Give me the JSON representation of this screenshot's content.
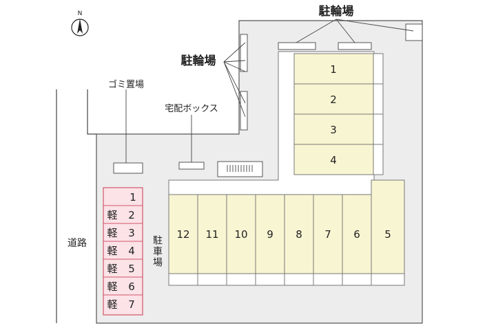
{
  "compass": {
    "north_label": "N"
  },
  "labels": {
    "bicycle_parking_top": "駐輪場",
    "bicycle_parking_left": "駐輪場",
    "garbage": "ゴミ置場",
    "delivery_box": "宅配ボックス",
    "car_parking": "駐車場",
    "road": "道路"
  },
  "building_units": [
    "1",
    "2",
    "3",
    "4"
  ],
  "parking_spaces": [
    "12",
    "11",
    "10",
    "9",
    "8",
    "7",
    "6",
    "5"
  ],
  "light_car_spaces": [
    {
      "prefix": "",
      "num": "1"
    },
    {
      "prefix": "軽",
      "num": "2"
    },
    {
      "prefix": "軽",
      "num": "3"
    },
    {
      "prefix": "軽",
      "num": "4"
    },
    {
      "prefix": "軽",
      "num": "5"
    },
    {
      "prefix": "軽",
      "num": "6"
    },
    {
      "prefix": "軽",
      "num": "7"
    }
  ],
  "colors": {
    "lot_fill": "#ededed",
    "unit_fill": "#f8f5d2",
    "light_car_fill": "#fbe3e7",
    "light_car_border": "#d0566a",
    "line": "#555555"
  }
}
